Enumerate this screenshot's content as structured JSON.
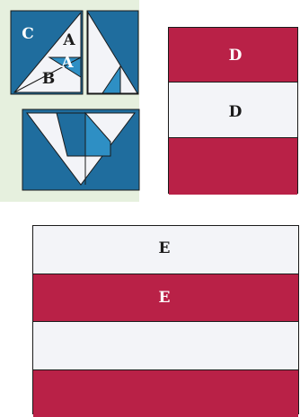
{
  "colors": {
    "blue": "#1f6d9e",
    "light_blue": "#2e8fc4",
    "red": "#b92147",
    "white": "#f3f4f8",
    "outline": "#1a1a1a",
    "background_tint": "#e6f0de"
  },
  "labels": {
    "patch_c": "C",
    "patch_a_top": "A",
    "patch_a_mid": "A",
    "patch_b": "B",
    "stripe_d_red": "D",
    "stripe_d_white": "D",
    "stripe_e_white": "E",
    "stripe_e_red": "E"
  }
}
